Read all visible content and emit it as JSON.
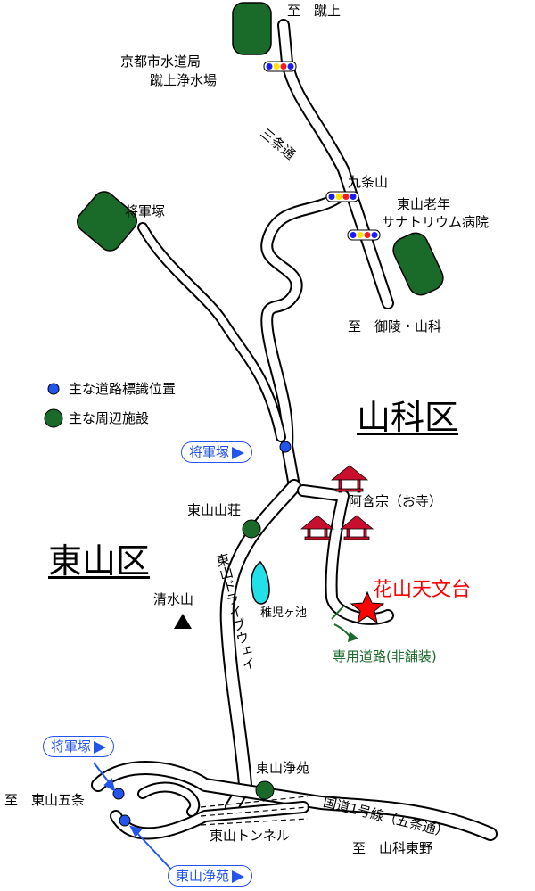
{
  "labels": {
    "to_keage": "至　蹴上",
    "waterworks_line1": "京都市水道局",
    "waterworks_line2": "蹴上浄水場",
    "sanjo_dori": "三条通",
    "kujoyama": "九条山",
    "sanatorium_line1": "東山老年",
    "sanatorium_line2": "サナトリウム病院",
    "to_goryo": "至　御陵・山科",
    "shogunzuka": "将軍塚",
    "legend_sign": "主な道路標識位置",
    "legend_facility": "主な周辺施設",
    "yamashina_ward": "山科区",
    "higashiyama_ward": "東山区",
    "agonshu": "阿含宗（お寺）",
    "higashiyama_sanso": "東山山荘",
    "kiyomizuyama": "清水山",
    "pond": "稚児ヶ池",
    "drive_way": "東山ドライブウェイ",
    "observatory": "花山天文台",
    "private_road": "専用道路(非舗装)",
    "higashiyama_joen": "東山浄苑",
    "to_gojo": "至　東山五条",
    "route1": "国道1号線（五条通）",
    "tunnel": "東山トンネル",
    "to_higashino": "至　山科東野"
  },
  "signs": {
    "sign1": "将軍塚",
    "sign2": "将軍塚",
    "sign3": "東山浄苑"
  },
  "colors": {
    "road_outline": "#000000",
    "road_fill": "#ffffff",
    "facility_green": "#1a6a2a",
    "sign_blue": "#2255ee",
    "temple_red": "#c8102e",
    "observatory_red": "#ff0000",
    "pond_cyan": "#22e0e8",
    "signal_red": "#ff1a1a",
    "signal_yellow": "#ffe600",
    "signal_blue": "#1a1aff"
  },
  "icons": {
    "observatory": "star-icon",
    "mountain": "triangle-icon",
    "temple": "temple-icon",
    "traffic_signal": "traffic-light-icon"
  }
}
